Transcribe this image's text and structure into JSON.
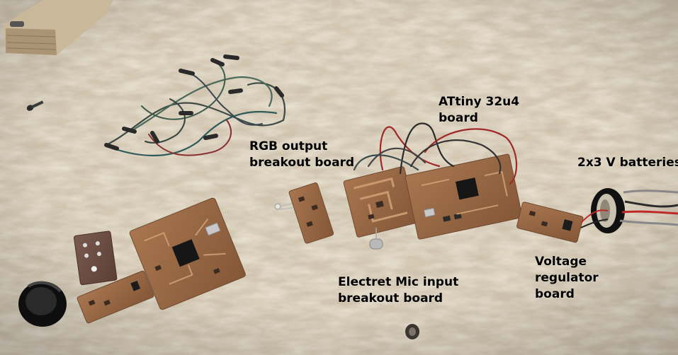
{
  "labels": {
    "rgb_output": [
      "RGB output",
      "breakout board"
    ],
    "attiny": [
      "ATtiny 32u4",
      "board"
    ],
    "batteries": [
      "2x3 V batteries"
    ],
    "electret_mic": [
      "Electret Mic input",
      "breakout board"
    ],
    "voltage_regulator": [
      "Voltage",
      "regulator",
      "board"
    ]
  },
  "colors": {
    "osb_background": "#d8cdb8",
    "pcb_copper": "#9b6a45",
    "label_text": "#000000"
  }
}
